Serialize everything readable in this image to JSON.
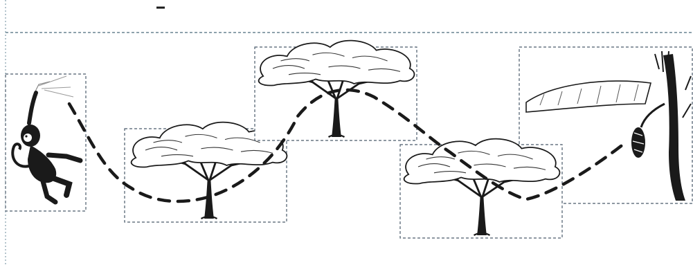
{
  "diagram": {
    "frames": [
      {
        "id": "monkey",
        "icon": "monkey-hanging-icon"
      },
      {
        "id": "tree-1",
        "icon": "acacia-tree-icon"
      },
      {
        "id": "tree-2",
        "icon": "acacia-tree-icon"
      },
      {
        "id": "tree-3",
        "icon": "acacia-tree-icon"
      },
      {
        "id": "banana-plant",
        "icon": "banana-plant-icon"
      }
    ],
    "path_style": "dashed",
    "colors": {
      "ink": "#1a1a1a",
      "frame_border": "#4a5a6a",
      "page_border": "#4a6a7a"
    }
  }
}
